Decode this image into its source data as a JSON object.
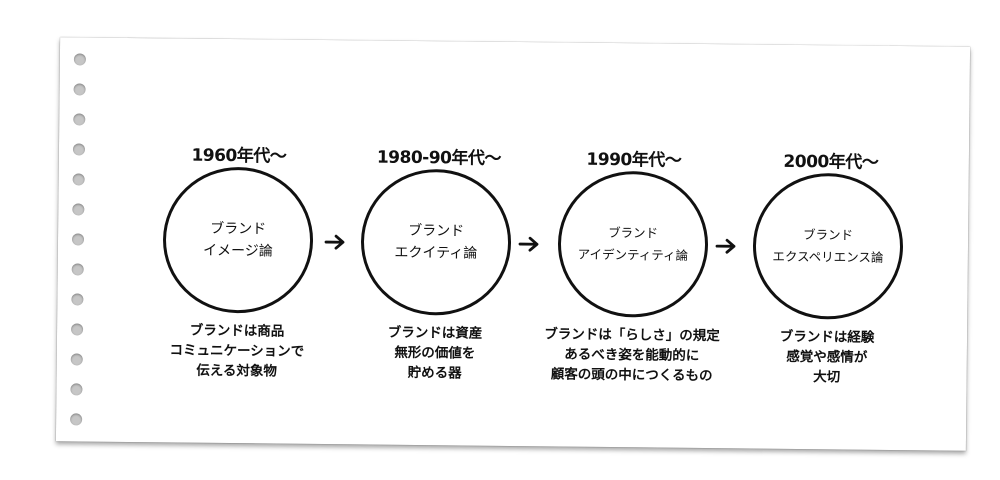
{
  "stages": [
    {
      "era": "1960年代〜",
      "title_line1": "ブランド",
      "title_line2": "イメージ論",
      "desc_line1": "ブランドは商品",
      "desc_line2": "コミュニケーションで",
      "desc_line3": "伝える対象物"
    },
    {
      "era": "1980-90年代〜",
      "title_line1": "ブランド",
      "title_line2": "エクイティ論",
      "desc_line1": "ブランドは資産",
      "desc_line2": "無形の価値を",
      "desc_line3": "貯める器"
    },
    {
      "era": "1990年代〜",
      "title_line1": "ブランド",
      "title_line2": "アイデンティティ論",
      "desc_line1": "ブランドは「らしさ」の規定",
      "desc_line2": "あるべき姿を能動的に",
      "desc_line3": "顧客の頭の中につくるもの"
    },
    {
      "era": "2000年代〜",
      "title_line1": "ブランド",
      "title_line2": "エクスペリエンス論",
      "desc_line1": "ブランドは経験",
      "desc_line2": "感覚や感情が",
      "desc_line3": "大切"
    }
  ],
  "icons": {
    "arrow": "arrow-right-icon"
  },
  "colors": {
    "ink": "#111111",
    "paper": "#ffffff",
    "hole": "#c6c6c6"
  }
}
